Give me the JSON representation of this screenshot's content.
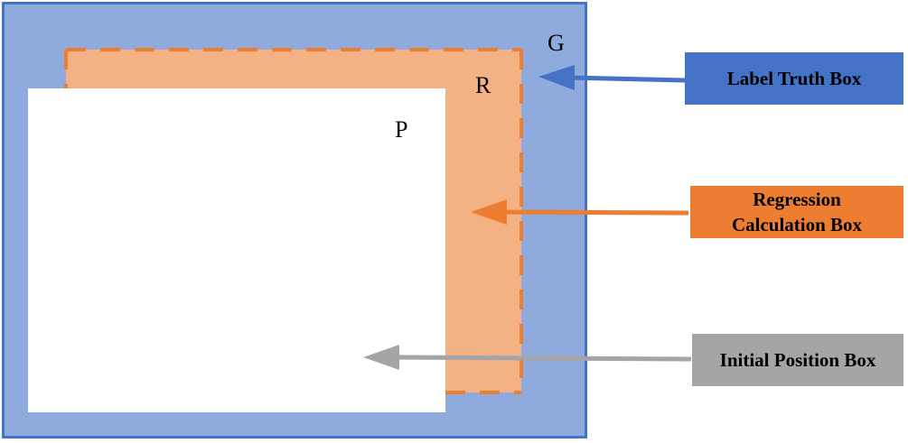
{
  "labels": {
    "g": "G",
    "r": "R",
    "p": "P"
  },
  "legend": {
    "truth": "Label Truth Box",
    "regression_line1": "Regression",
    "regression_line2": "Calculation Box",
    "initial": "Initial Position Box"
  },
  "colors": {
    "truth_fill": "#8faadc",
    "truth_border": "#4472c4",
    "regression_fill": "#f4b183",
    "regression_dash": "#ed7d31",
    "initial_fill": "#ffffff",
    "truth_label_bg": "#4472c4",
    "regression_label_bg": "#ed7d31",
    "initial_label_bg": "#a5a5a5"
  }
}
